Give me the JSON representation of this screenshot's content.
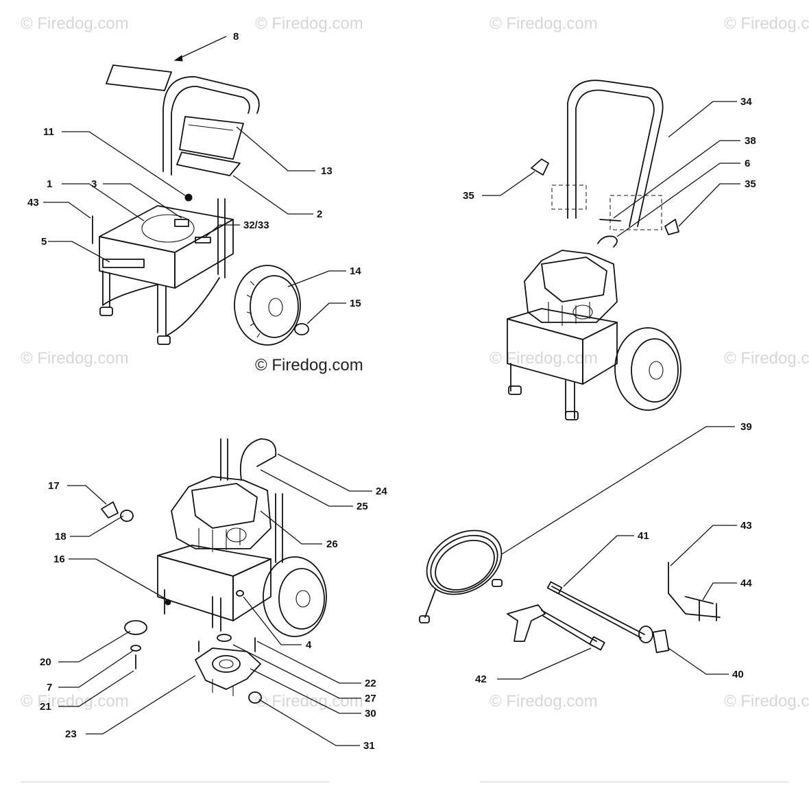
{
  "watermarks": {
    "text": "© Firedog.com",
    "main": "© Firedog.com"
  },
  "labels": {
    "p1": "1",
    "p2": "2",
    "p3": "3",
    "p4": "4",
    "p5": "5",
    "p6": "6",
    "p7": "7",
    "p8": "8",
    "p11": "11",
    "p13": "13",
    "p14": "14",
    "p15": "15",
    "p16": "16",
    "p17": "17",
    "p18": "18",
    "p20": "20",
    "p21": "21",
    "p22": "22",
    "p23": "23",
    "p24": "24",
    "p25": "25",
    "p26": "26",
    "p27": "27",
    "p30": "30",
    "p31": "31",
    "p32_33": "32/33",
    "p34": "34",
    "p35a": "35",
    "p35b": "35",
    "p38": "38",
    "p39": "39",
    "p40": "40",
    "p41": "41",
    "p42": "42",
    "p43a": "43",
    "p43b": "43",
    "p44": "44"
  },
  "icons": {
    "frame": "cart-frame-icon",
    "wheel": "wheel-icon",
    "engine": "engine-icon",
    "hose": "hose-coil-icon",
    "gun": "spray-gun-icon",
    "wand": "spray-wand-icon",
    "pump": "pump-icon"
  }
}
